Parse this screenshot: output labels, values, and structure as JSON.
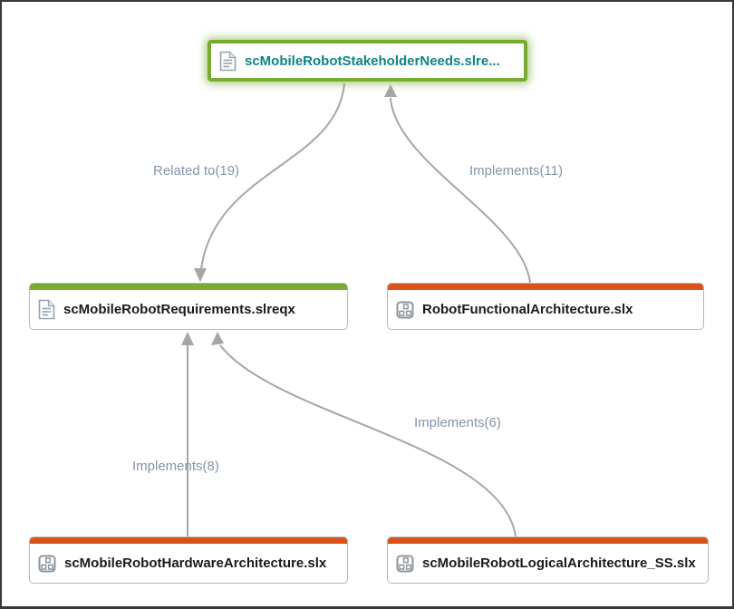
{
  "diagram": {
    "colors": {
      "requirement_accent": "#77ac30",
      "model_accent": "#d95319",
      "selected_border": "#77ac30",
      "selected_text": "#0d8585",
      "node_text": "#1a1a1a",
      "node_border": "#b8b8b8",
      "edge": "#a6a6a6",
      "edge_label": "#8593a9",
      "icon": "#98a2ab"
    },
    "nodes": [
      {
        "id": "stakeholder-needs",
        "label": "scMobileRobotStakeholderNeeds.slre...",
        "type": "requirement-set",
        "icon": "document-icon",
        "selected": true
      },
      {
        "id": "requirements",
        "label": "scMobileRobotRequirements.slreqx",
        "type": "requirement-set",
        "icon": "document-icon",
        "selected": false
      },
      {
        "id": "functional-architecture",
        "label": "RobotFunctionalArchitecture.slx",
        "type": "simulink-model",
        "icon": "simulink-model-icon",
        "selected": false
      },
      {
        "id": "hardware-architecture",
        "label": "scMobileRobotHardwareArchitecture.slx",
        "type": "simulink-model",
        "icon": "simulink-model-icon",
        "selected": false
      },
      {
        "id": "logical-architecture",
        "label": "scMobileRobotLogicalArchitecture_SS.slx",
        "type": "simulink-model",
        "icon": "simulink-model-icon",
        "selected": false
      }
    ],
    "edges": [
      {
        "label": "Related to(19)",
        "from": "stakeholder-needs",
        "to": "requirements",
        "count": 19
      },
      {
        "label": "Implements(11)",
        "from": "functional-architecture",
        "to": "stakeholder-needs",
        "count": 11
      },
      {
        "label": "Implements(8)",
        "from": "hardware-architecture",
        "to": "requirements",
        "count": 8
      },
      {
        "label": "Implements(6)",
        "from": "logical-architecture",
        "to": "requirements",
        "count": 6
      }
    ]
  }
}
